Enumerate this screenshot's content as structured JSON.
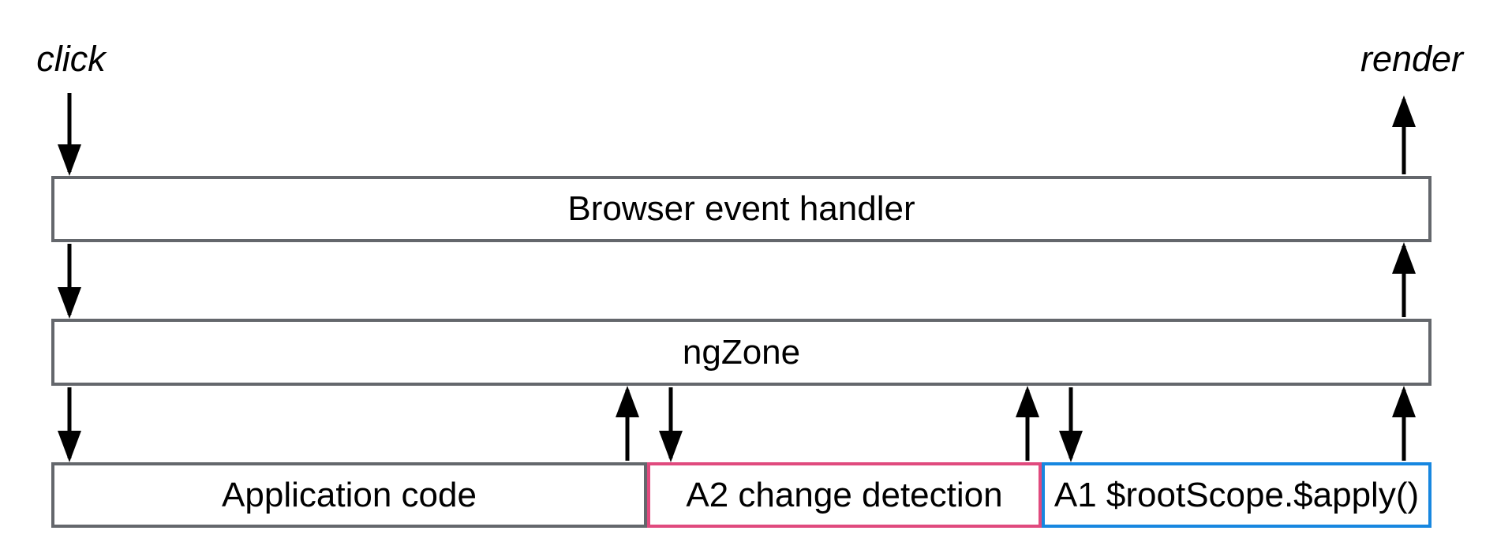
{
  "colors": {
    "background": "#ffffff",
    "box_border": "#64676c",
    "a2_border": "#e04a7e",
    "a1_border": "#1787e0",
    "arrow": "#000000",
    "text": "#000000"
  },
  "diagram": {
    "start_label": "click",
    "end_label": "render",
    "layers": [
      {
        "label": "Browser event handler"
      },
      {
        "label": "ngZone"
      }
    ],
    "bottom_segments": [
      {
        "label": "Application code"
      },
      {
        "label": "A2 change detection"
      },
      {
        "label": "A1 $rootScope.$apply()"
      }
    ]
  }
}
